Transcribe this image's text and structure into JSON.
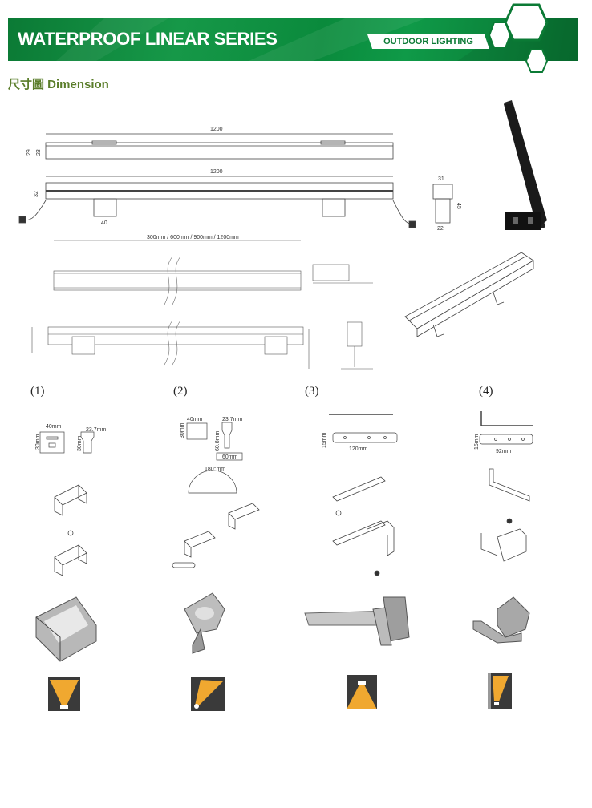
{
  "header": {
    "title": "WATERPROOF LINEAR SERIES",
    "tag": "OUTDOOR LIGHTING"
  },
  "section": {
    "title": "尺寸圖 Dimension"
  },
  "drawing_top": {
    "length": "1200",
    "height1": "29",
    "height2": "23",
    "height3": "32",
    "bracket": "40",
    "profile_width": "31",
    "profile_height": "45",
    "profile_base": "22"
  },
  "drawing_mid": {
    "length_options": "300mm / 600mm / 900mm / 1200mm"
  },
  "mounts": [
    {
      "label": "(1)",
      "dims": [
        "40mm",
        "23.7mm",
        "30mm",
        "30mm"
      ]
    },
    {
      "label": "(2)",
      "dims": [
        "40mm",
        "23.7mm",
        "30mm",
        "60.8mm",
        "60mm",
        "180°mm"
      ]
    },
    {
      "label": "(3)",
      "dims": [
        "15mm",
        "120mm"
      ]
    },
    {
      "label": "(4)",
      "dims": [
        "15mm",
        "92mm"
      ]
    }
  ],
  "colors": {
    "brand_green": "#0b7a35",
    "section_title": "#5a7d2a",
    "beam": "#f0a830"
  }
}
